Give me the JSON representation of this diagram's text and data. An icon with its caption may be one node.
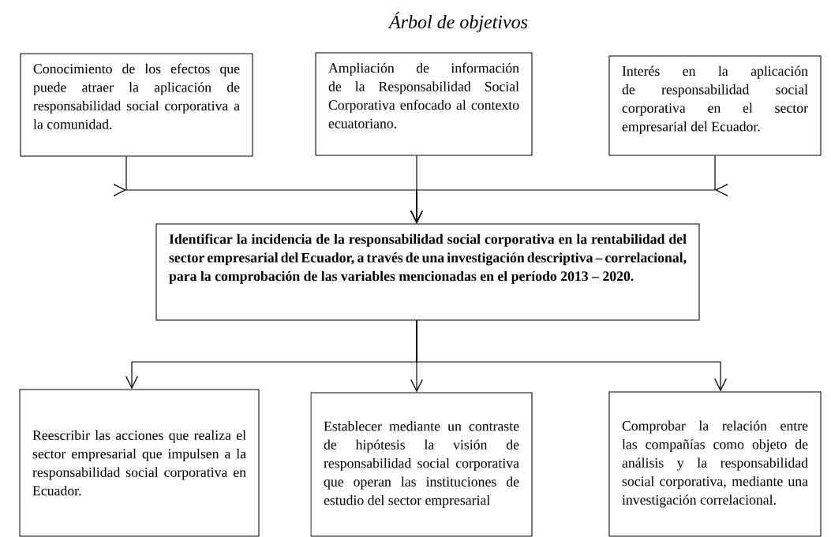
{
  "diagram": {
    "title": "Árbol de objetivos",
    "nodes": [
      {
        "text": [
          "Conocimiento de los efectos que puede atraer la aplicación de responsabilidad social corporativa a la comunidad."
        ]
      },
      {
        "text": [
          "Ampliación de información de la Responsabilidad Social Corporativa enfocado al contexto ecuatoriano."
        ]
      },
      {
        "text": [
          "Interés en la aplicación de responsabilidad social corporativa en el sector empresarial del Ecuador."
        ]
      },
      {
        "text": [
          "Identificar la incidencia de la responsabilidad social corporativa en la rentabilidad del sector empresarial del Ecuador, a través de una investigación descriptiva – correlacional, para la comprobación de las variables mencionadas en el período 2013 – 2020."
        ]
      },
      {
        "text": [
          "Reescribir las acciones que realiza el sector empresarial que impulsen a la responsabilidad social corporativa en Ecuador."
        ]
      },
      {
        "text": [
          "Establecer mediante un contraste de hipótesis la visión de responsabilidad social corporativa que operan las instituciones de estudio del sector empresarial"
        ]
      },
      {
        "text": [
          "Comprobar la relación entre las compañías como objeto de análisis y la responsabilidad social corporativa, mediante una investigación correlacional."
        ]
      }
    ],
    "edges": [
      {
        "from": 0,
        "to": 3,
        "arrow": "to"
      },
      {
        "from": 1,
        "to": 3,
        "arrow": "to"
      },
      {
        "from": 2,
        "to": 3,
        "arrow": "to"
      },
      {
        "from": 3,
        "to": 4,
        "arrow": "to"
      },
      {
        "from": 3,
        "to": 5,
        "arrow": "to"
      },
      {
        "from": 3,
        "to": 6,
        "arrow": "to"
      }
    ]
  }
}
